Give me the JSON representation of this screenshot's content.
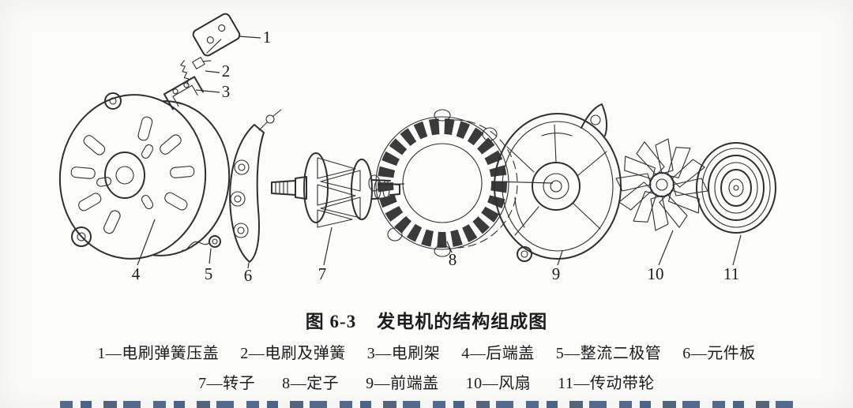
{
  "diagram": {
    "part_numbers": [
      "1",
      "2",
      "3",
      "4",
      "5",
      "6",
      "7",
      "8",
      "9",
      "10",
      "11"
    ]
  },
  "caption": {
    "figure_label": "图 6-3",
    "title": "发电机的结构组成图"
  },
  "legend": {
    "line1": [
      "1—电刷弹簧压盖",
      "2—电刷及弹簧",
      "3—电刷架",
      "4—后端盖",
      "5—整流二极管",
      "6—元件板"
    ],
    "line2": [
      "7—转子",
      "8—定子",
      "9—前端盖",
      "10—风扇",
      "11—传动带轮"
    ]
  },
  "colors": {
    "line_art": "#2f2f2f",
    "text": "#1c1c1c",
    "background": "#fcfcfa",
    "cropped_text": "#37507a"
  }
}
